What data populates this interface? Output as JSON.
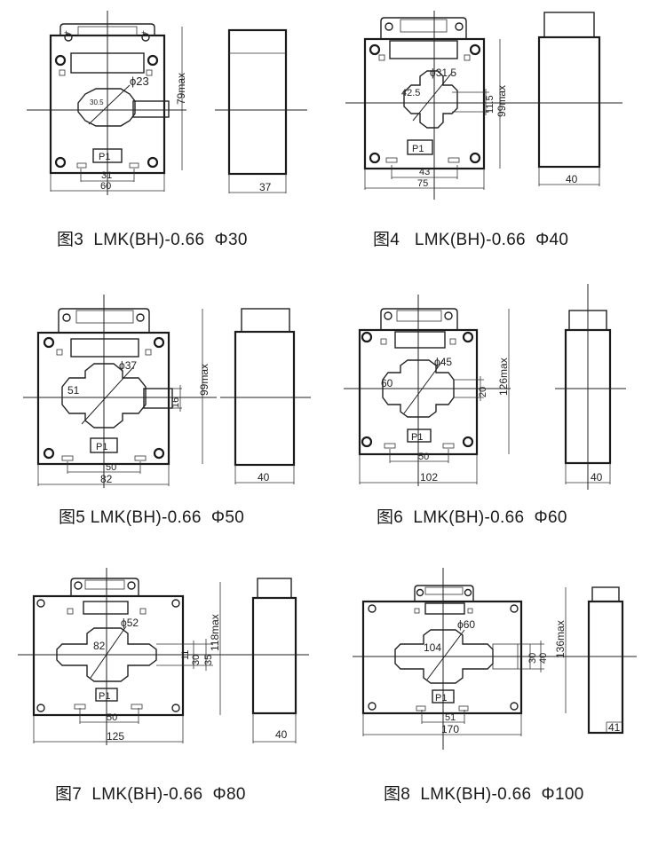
{
  "figures": [
    {
      "caption": "图3  LMK(BH)-0.66  Φ30",
      "diameter": "ϕ23",
      "window_width": "30.5",
      "height_max": "79max",
      "dims_bottom": [
        "31",
        "60"
      ],
      "side_width": "37",
      "terminal": "P1"
    },
    {
      "caption": "图4   LMK(BH)-0.66  Φ40",
      "diameter": "ϕ31.5",
      "window_width": "42.5",
      "window_height": "11.5",
      "height_max": "99max",
      "dims_bottom": [
        "43",
        "75"
      ],
      "side_width": "40",
      "terminal": "P1"
    },
    {
      "caption": "图5 LMK(BH)-0.66  Φ50",
      "diameter": "ϕ37",
      "window_width": "51",
      "window_height": "16",
      "height_max": "99max",
      "dims_bottom": [
        "50",
        "82"
      ],
      "side_width": "40",
      "terminal": "P1"
    },
    {
      "caption": "图6  LMK(BH)-0.66  Φ60",
      "diameter": "ϕ45",
      "window_width": "60",
      "window_height": "20",
      "height_max": "126max",
      "dims_bottom": [
        "50",
        "102"
      ],
      "side_width": "40",
      "terminal": "P1"
    },
    {
      "caption": "图7  LMK(BH)-0.66  Φ80",
      "diameter": "ϕ52",
      "window_width": "82",
      "window_heights": [
        "11",
        "30",
        "35"
      ],
      "height_max": "118max",
      "dims_bottom": [
        "50",
        "125"
      ],
      "side_width": "40",
      "terminal": "P1"
    },
    {
      "caption": "图8  LMK(BH)-0.66  Φ100",
      "diameter": "ϕ60",
      "window_width": "104",
      "window_heights": [
        "30",
        "40"
      ],
      "height_max": "136max",
      "dims_bottom": [
        "51",
        "170"
      ],
      "side_width": "41",
      "terminal": "P1"
    }
  ]
}
